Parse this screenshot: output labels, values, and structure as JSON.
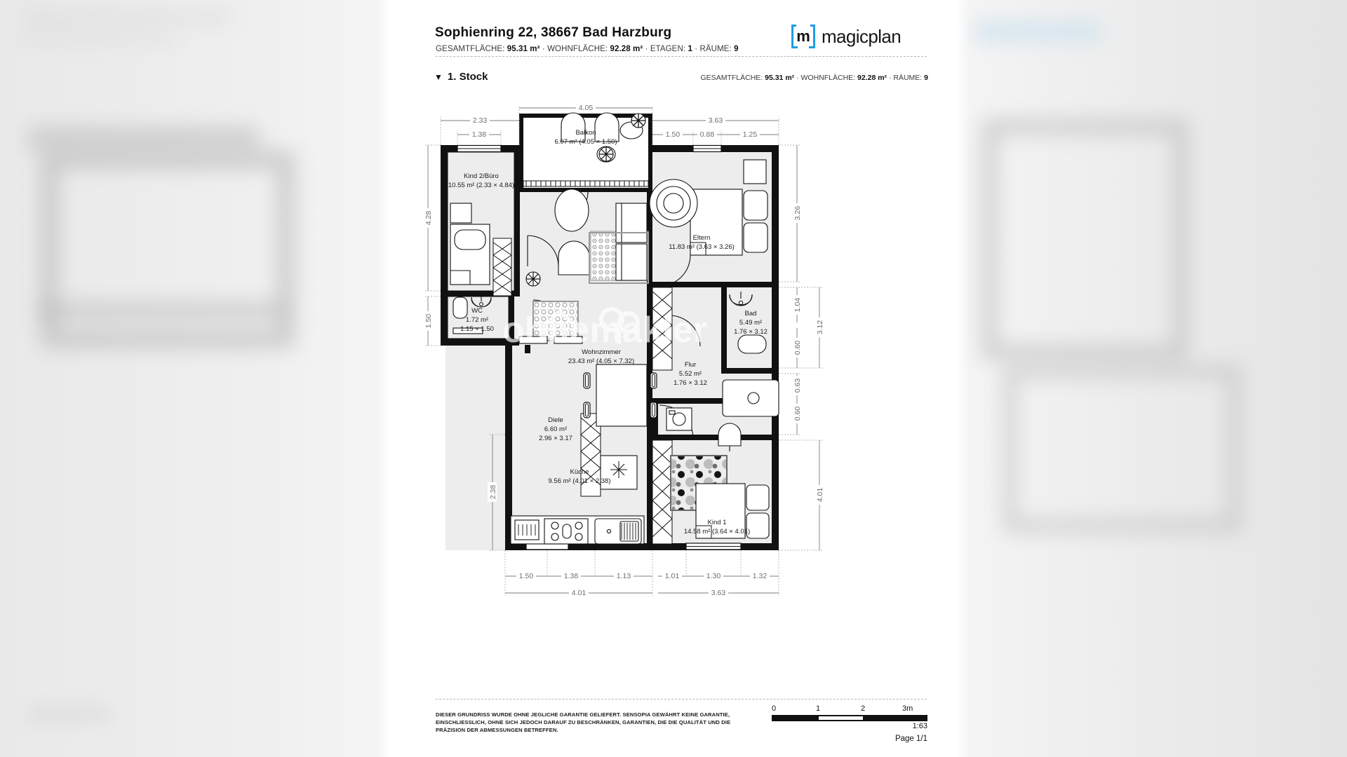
{
  "document": {
    "title": "Sophienring 22, 38667 Bad Harzburg",
    "summary_parts": [
      {
        "label": "GESAMTFLÄCHE:",
        "value": "95.31 m²"
      },
      {
        "label": "WOHNFLÄCHE:",
        "value": "92.28 m²"
      },
      {
        "label": "ETAGEN:",
        "value": "1"
      },
      {
        "label": "RÄUME:",
        "value": "9"
      }
    ],
    "brand": {
      "mark_letter": "m",
      "name": "magicplan",
      "accent": "#1f9ce4"
    },
    "watermark": "ohnemakler"
  },
  "floor": {
    "caret": "▼",
    "name": "1. Stock",
    "stats_parts": [
      {
        "label": "GESAMTFLÄCHE:",
        "value": "95.31 m²"
      },
      {
        "label": "WOHNFLÄCHE:",
        "value": "92.28 m²"
      },
      {
        "label": "RÄUME:",
        "value": "9"
      }
    ]
  },
  "rooms": [
    {
      "id": "balkon",
      "name": "Balkon",
      "area": "6.07 m² (4.05 × 1.50)",
      "area_line2": ""
    },
    {
      "id": "kind2",
      "name": "Kind 2/Büro",
      "area": "10.55 m² (2.33 × 4.84)",
      "area_line2": ""
    },
    {
      "id": "eltern",
      "name": "Eltern",
      "area": "11.83 m² (3.63 × 3.26)",
      "area_line2": ""
    },
    {
      "id": "bad",
      "name": "Bad",
      "area": "5.49 m²",
      "area_line2": "1.76 × 3.12"
    },
    {
      "id": "flur",
      "name": "Flur",
      "area": "5.52 m²",
      "area_line2": "1.76 × 3.12"
    },
    {
      "id": "wc",
      "name": "WC",
      "area": "1.72 m²",
      "area_line2": "1.15 × 1.50"
    },
    {
      "id": "wohnzimmer",
      "name": "Wohnzimmer",
      "area": "23.43 m² (4.05 × 7.32)",
      "area_line2": ""
    },
    {
      "id": "diele",
      "name": "Diele",
      "area": "6.60 m²",
      "area_line2": "2.96 × 3.17"
    },
    {
      "id": "kueche",
      "name": "Küche",
      "area": "9.56 m² (4.01 × 2.38)",
      "area_line2": ""
    },
    {
      "id": "kind1",
      "name": "Kind 1",
      "area": "14.58 m² (3.64 × 4.01)",
      "area_line2": ""
    }
  ],
  "dimensions": {
    "top": [
      "2.33",
      "1.38",
      "4.05",
      "3.63",
      "1.50",
      "0.88",
      "1.25"
    ],
    "left": [
      "4.28",
      "1.50",
      "2.38"
    ],
    "right": [
      "3.26",
      "1.04",
      "0.60",
      "0.63",
      "0.60",
      "3.12",
      "4.01"
    ],
    "bottom": [
      "1.50",
      "1.38",
      "1.13",
      "1.01",
      "1.30",
      "1.32",
      "4.01",
      "3.63"
    ]
  },
  "footer": {
    "disclaimer": "DIESER GRUNDRISS WURDE OHNE JEGLICHE GARANTIE GELIEFERT. SENSOPIA GEWÄHRT KEINE GARANTIE, EINSCHLIESSLICH, OHNE SICH JEDOCH DARAUF ZU BESCHRÄNKEN, GARANTIEN, DIE DIE QUALITÄT UND DIE PRÄZISION DER ABMESSUNGEN BETREFFEN.",
    "scale_ticks": [
      "0",
      "1",
      "2",
      "3m"
    ],
    "scale_ratio": "1:63",
    "page": "Page 1/1"
  }
}
